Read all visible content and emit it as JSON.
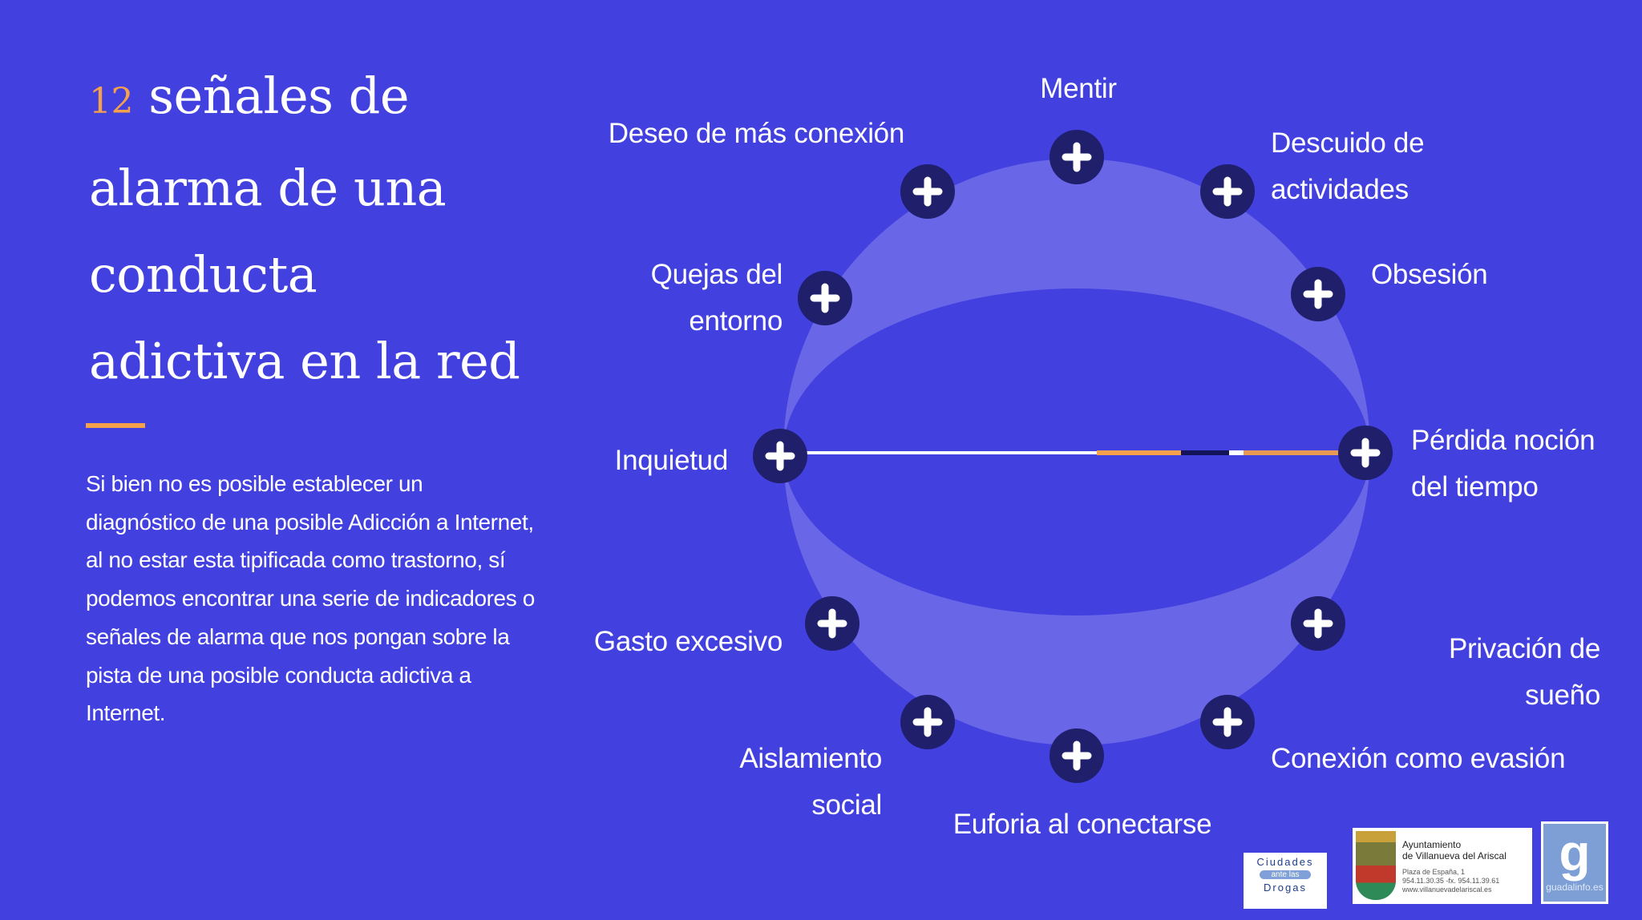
{
  "title": {
    "number": "12",
    "lines": [
      "señales de",
      "alarma de una",
      "conducta",
      "adictiva en la red"
    ]
  },
  "paragraph": "Si bien no es posible establecer un diagnóstico de una posible Adicción a Internet, al no estar esta tipificada como trastorno, sí podemos encontrar una serie de indicadores o señales de alarma que nos pongan sobre la pista de una posible conducta adictiva a Internet.",
  "signals": [
    {
      "id": "mentir",
      "lines": [
        "Mentir"
      ]
    },
    {
      "id": "descuido",
      "lines": [
        "Descuido de",
        "actividades"
      ]
    },
    {
      "id": "obsesion",
      "lines": [
        "Obsesión"
      ]
    },
    {
      "id": "perdida",
      "lines": [
        "Pérdida noción",
        "del tiempo"
      ]
    },
    {
      "id": "privacion",
      "lines": [
        "Privación de",
        "sueño"
      ]
    },
    {
      "id": "conexion",
      "lines": [
        "Conexión como evasión"
      ]
    },
    {
      "id": "euforia",
      "lines": [
        "Euforia al conectarse"
      ]
    },
    {
      "id": "aislamiento",
      "lines": [
        "Aislamiento",
        "social"
      ]
    },
    {
      "id": "gasto",
      "lines": [
        "Gasto excesivo"
      ]
    },
    {
      "id": "inquietud",
      "lines": [
        "Inquietud"
      ]
    },
    {
      "id": "quejas",
      "lines": [
        "Quejas del",
        "entorno"
      ]
    },
    {
      "id": "deseo",
      "lines": [
        "Deseo de más conexión"
      ]
    }
  ],
  "logos": {
    "ciudades": [
      "Ciudades",
      "ante las",
      "Drogas"
    ],
    "ayuntamiento": {
      "name1": "Ayuntamiento",
      "name2": "de Villanueva del Ariscal",
      "address": "Plaza de España, 1",
      "phone": "954.11.30.35 -fx. 954.11.39.61",
      "web": "www.villanuevadelariscal.es"
    },
    "guadalinfo": "guadalinfo.es"
  },
  "colors": {
    "background": "#4340e0",
    "ring": "#6a66e8",
    "button": "#1f1f6b",
    "accent": "#f5a04a"
  }
}
